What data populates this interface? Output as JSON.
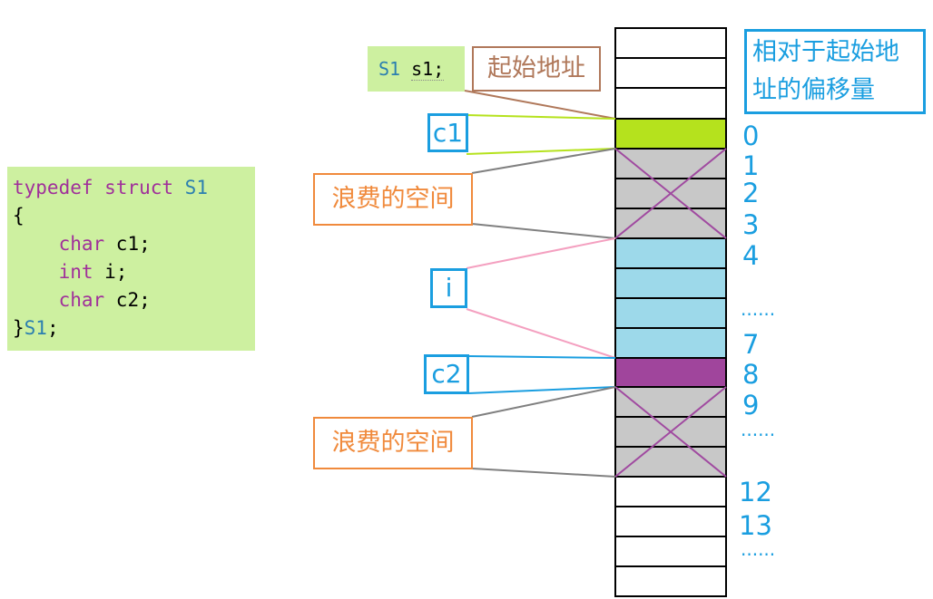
{
  "code": {
    "line1_kw": "typedef struct",
    "line1_type": "S1",
    "line2": "{",
    "line3_kw": "char",
    "line3_rest": " c1;",
    "line4_kw": "int",
    "line4_rest": " i;",
    "line5_kw": "char",
    "line5_rest": " c2;",
    "line6_brace": "}",
    "line6_type": "S1",
    "line6_end": ";"
  },
  "declaration": {
    "type": "S1",
    "var": "s1;"
  },
  "labels": {
    "start_address": "起始地址",
    "c1": "c1",
    "i": "i",
    "c2": "c2",
    "waste1": "浪费的空间",
    "waste2": "浪费的空间",
    "offset_title_line1": "相对于起始地",
    "offset_title_line2": "址的偏移量"
  },
  "offsets": [
    "0",
    "1",
    "2",
    "3",
    "4",
    "......",
    "7",
    "8",
    "9",
    "......",
    "12",
    "13",
    "......"
  ],
  "colors": {
    "c1_fill": "#b5e21d",
    "i_fill": "#9dd9ea",
    "c2_fill": "#a0459c",
    "waste_fill": "#c8c8c8",
    "cross": "#a04aa0",
    "c1_line": "#b5e21d",
    "i_line": "#f4a0c0",
    "c2_line": "#1a9ee0",
    "waste_line": "#808080",
    "start_line": "#b0785a"
  }
}
